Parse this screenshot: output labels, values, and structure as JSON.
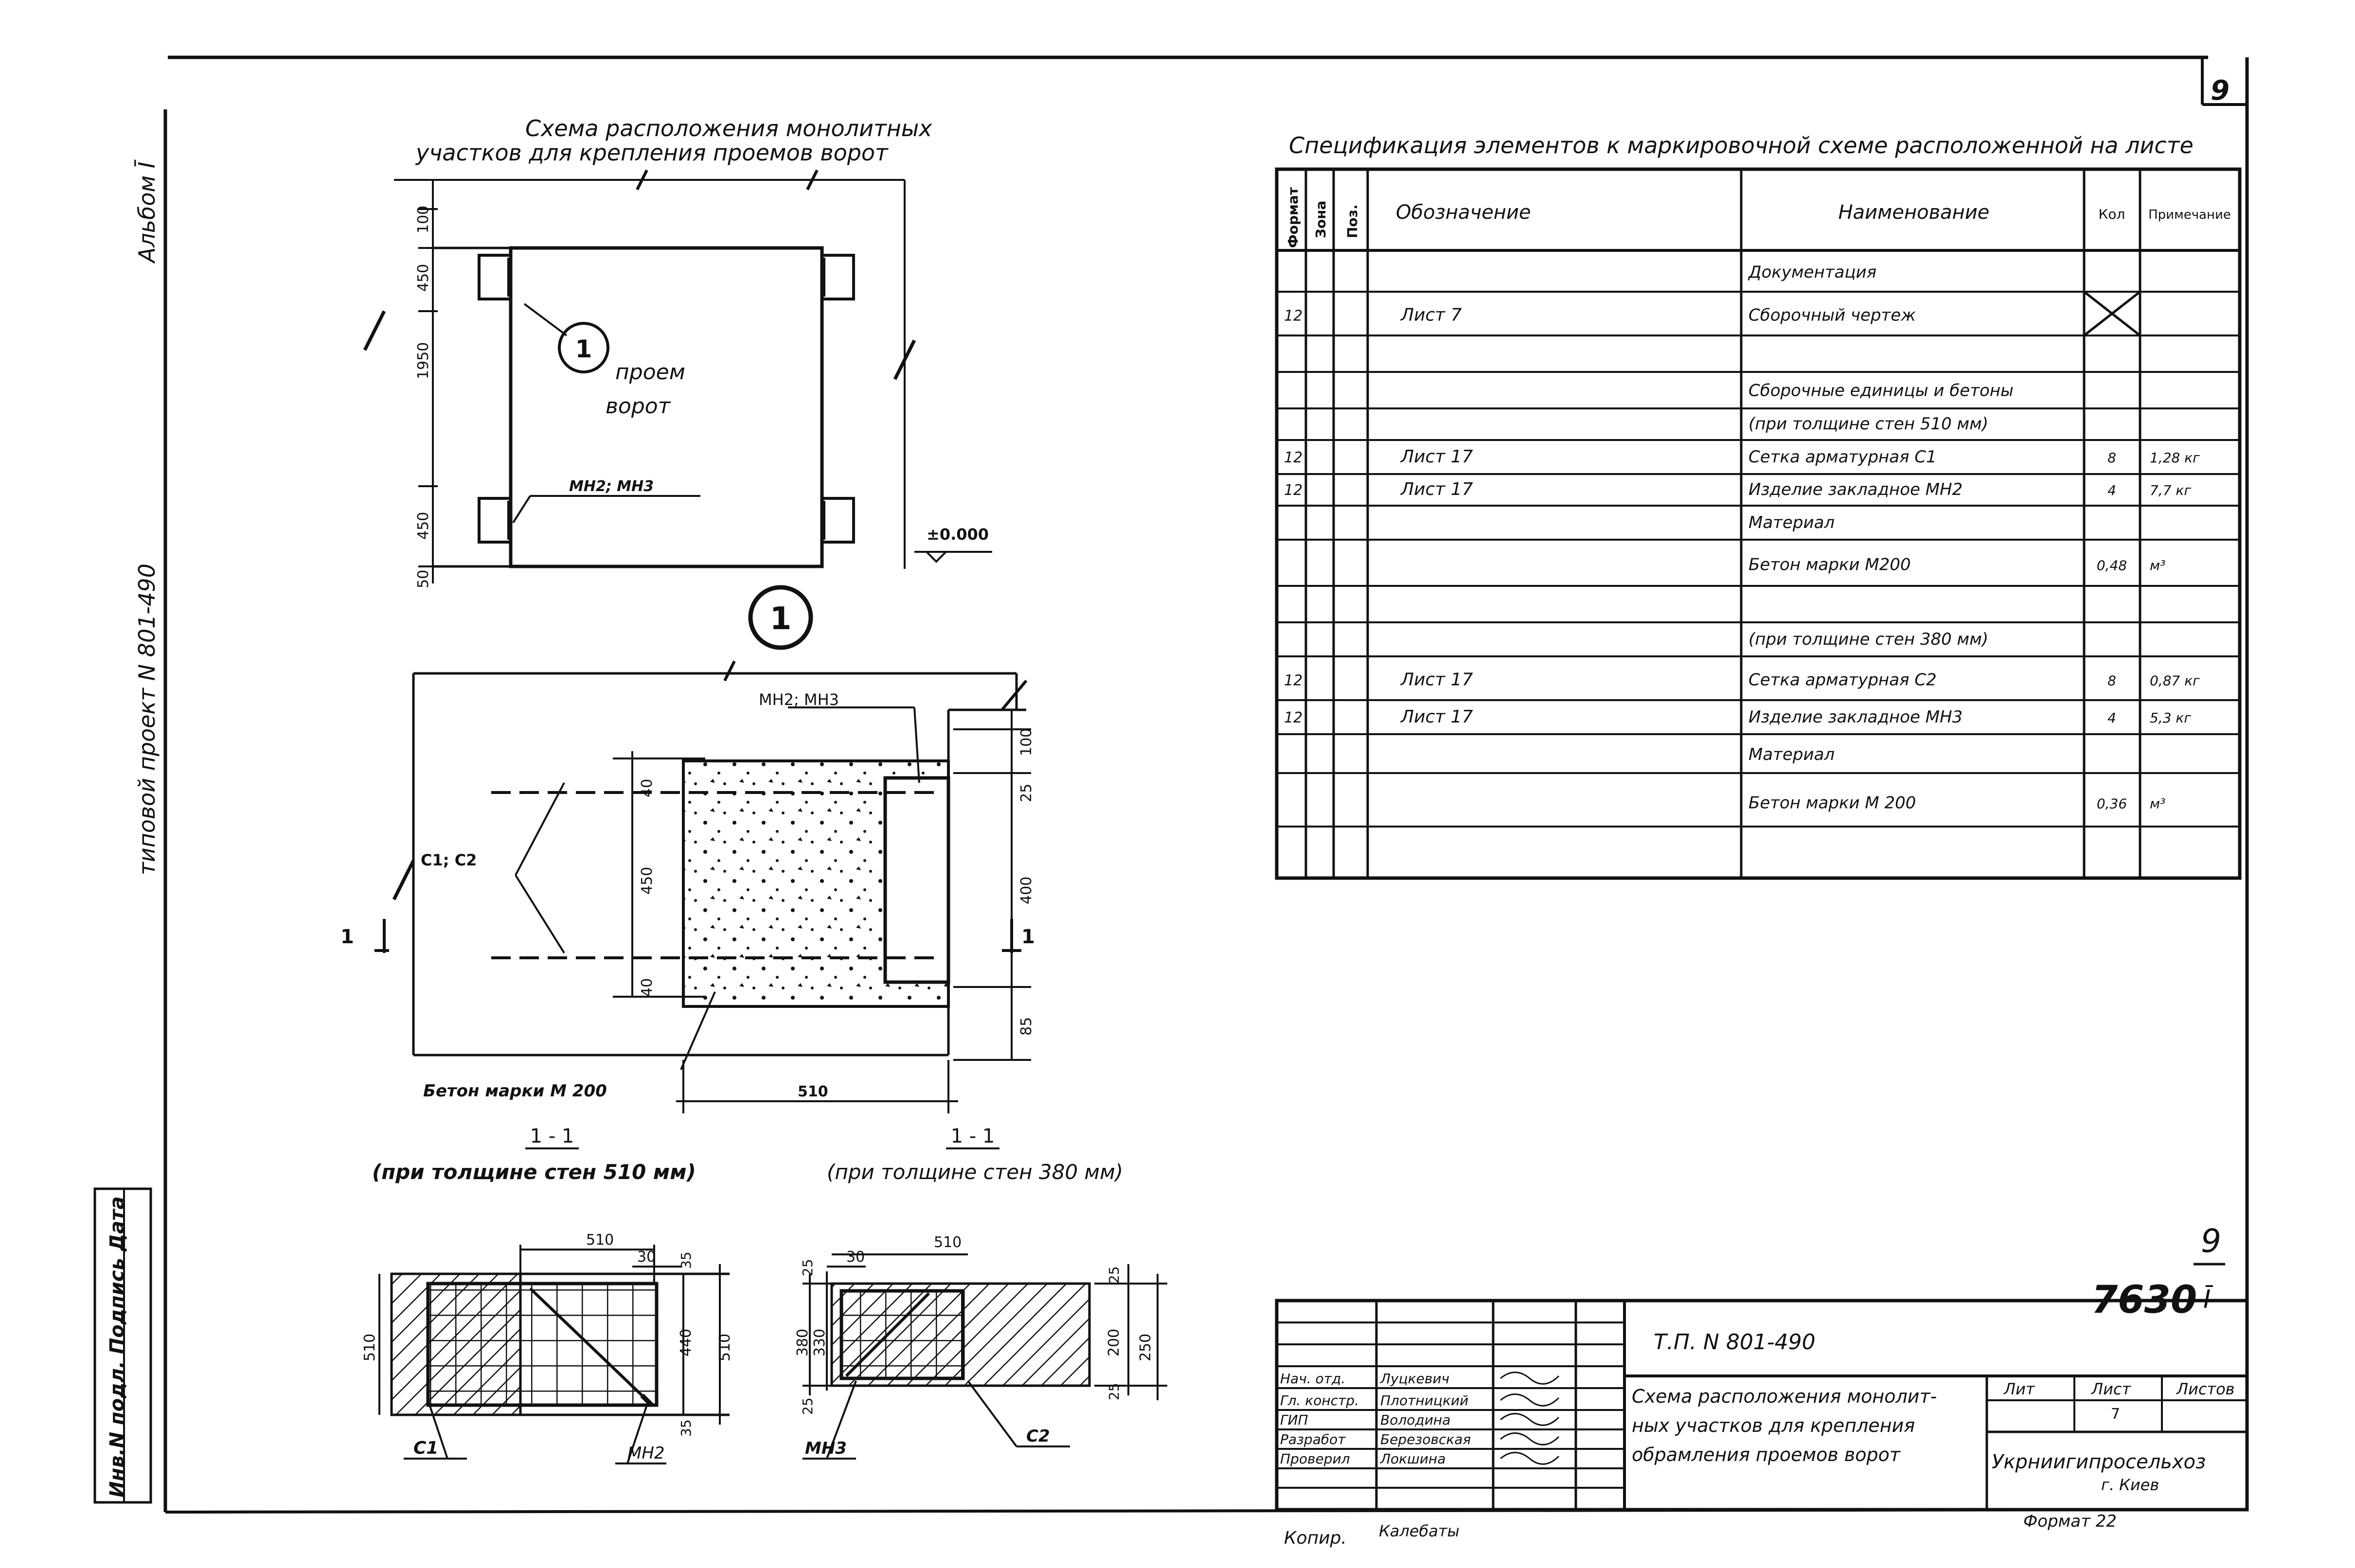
{
  "sheet": {
    "number": "9",
    "album": "Альбом Ī",
    "project": "типовой проект N 801-490",
    "inventory_label": "Инв.N подл. Подпись Дата"
  },
  "scheme": {
    "title_line1": "Схема расположения монолитных",
    "title_line2": "участков для крепления проемов ворот",
    "opening_label1": "проем",
    "opening_label2": "ворот",
    "callout": "1",
    "embed_label": "МН2; МН3",
    "level": "±0.000",
    "dims": [
      "100",
      "450",
      "1950",
      "450",
      "50"
    ]
  },
  "detail": {
    "callout": "1",
    "embed_label": "МН2; МН3",
    "mesh_label": "С1; С2",
    "concrete_label": "Бетон марки М 200",
    "section_mark": "1",
    "dims_left": [
      "40",
      "450",
      "40"
    ],
    "dims_right": [
      "100",
      "25",
      "400",
      "85"
    ],
    "dim_bottom": "510"
  },
  "sections": [
    {
      "mark": "1 - 1",
      "caption": "(при толщине стен 510 мм)",
      "dim_top": "510",
      "dim_inner": "30",
      "dim_left": "510",
      "dims_right": [
        "35",
        "440",
        "510",
        "35"
      ],
      "label_mesh": "С1",
      "label_embed": "МН2"
    },
    {
      "mark": "1 - 1",
      "caption": "(при толщине стен 380 мм)",
      "dim_top": "510",
      "dim_inner": "30",
      "dims_left": [
        "380",
        "330",
        "25",
        "25"
      ],
      "dims_right": [
        "25",
        "200",
        "250",
        "25"
      ],
      "label_embed": "МН3",
      "label_mesh": "С2"
    }
  ],
  "spec": {
    "title": "Спецификация элементов к маркировочной схеме расположенной на листе",
    "headers": {
      "format": "Формат",
      "zone": "Зона",
      "pos": "Поз.",
      "designation": "Обозначение",
      "name": "Наименование",
      "qty": "Кол",
      "note": "Примечание"
    },
    "rows": [
      {
        "format": "",
        "designation": "",
        "name": "Документация",
        "qty": "",
        "note": ""
      },
      {
        "format": "12",
        "designation": "Лист 7",
        "name": "Сборочный чертеж",
        "qty": "",
        "note": ""
      },
      {
        "format": "",
        "designation": "",
        "name": "",
        "qty": "",
        "note": ""
      },
      {
        "format": "",
        "designation": "",
        "name": "Сборочные единицы и бетоны",
        "qty": "",
        "note": ""
      },
      {
        "format": "",
        "designation": "",
        "name": "(при толщине стен 510 мм)",
        "qty": "",
        "note": ""
      },
      {
        "format": "12",
        "designation": "Лист 17",
        "name": "Сетка арматурная С1",
        "qty": "8",
        "note": "1,28 кг"
      },
      {
        "format": "12",
        "designation": "Лист 17",
        "name": "Изделие закладное МН2",
        "qty": "4",
        "note": "7,7 кг"
      },
      {
        "format": "",
        "designation": "",
        "name": "Материал",
        "qty": "",
        "note": ""
      },
      {
        "format": "",
        "designation": "",
        "name": "Бетон марки М200",
        "qty": "0,48",
        "note": "м³"
      },
      {
        "format": "",
        "designation": "",
        "name": "",
        "qty": "",
        "note": ""
      },
      {
        "format": "",
        "designation": "",
        "name": "(при толщине стен 380 мм)",
        "qty": "",
        "note": ""
      },
      {
        "format": "12",
        "designation": "Лист 17",
        "name": "Сетка арматурная С2",
        "qty": "8",
        "note": "0,87 кг"
      },
      {
        "format": "12",
        "designation": "Лист 17",
        "name": "Изделие закладное МН3",
        "qty": "4",
        "note": "5,3 кг"
      },
      {
        "format": "",
        "designation": "",
        "name": "Материал",
        "qty": "",
        "note": ""
      },
      {
        "format": "",
        "designation": "",
        "name": "Бетон марки М 200",
        "qty": "0,36",
        "note": "м³"
      }
    ]
  },
  "sheet_code": {
    "number": "7630",
    "fraction": "9",
    "denominator": "Ī"
  },
  "title_block": {
    "project_code": "Т.П. N 801-490",
    "description": [
      "Схема расположения монолит-",
      "ных участков для крепления",
      "обрамления проемов ворот"
    ],
    "lit_label": "Лит",
    "sheet_label": "Лист",
    "sheets_label": "Листов",
    "sheet_value": "7",
    "organization": "Укрниигипросельхоз",
    "city": "г. Киев",
    "format": "Формат 22",
    "signatures": [
      {
        "role": "Нач. отд.",
        "name": "Луцкевич"
      },
      {
        "role": "Гл. констр.",
        "name": "Плотницкий"
      },
      {
        "role": "ГИП",
        "name": "Володина"
      },
      {
        "role": "Разработ",
        "name": "Березовская"
      },
      {
        "role": "Проверил",
        "name": "Локшина"
      }
    ],
    "copied_label": "Копир.",
    "copied_name": "Калебаты"
  }
}
